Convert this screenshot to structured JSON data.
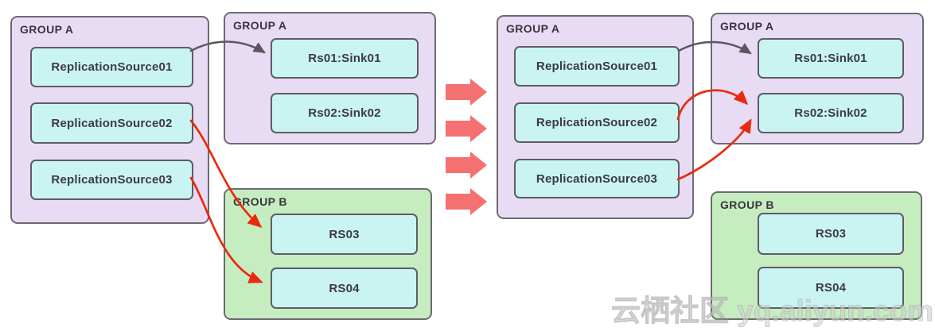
{
  "before": {
    "group_a_sources": {
      "label": "GROUP A",
      "nodes": [
        {
          "label": "ReplicationSource01"
        },
        {
          "label": "ReplicationSource02"
        },
        {
          "label": "ReplicationSource03"
        }
      ]
    },
    "group_a_sinks": {
      "label": "GROUP A",
      "nodes": [
        {
          "label": "Rs01:Sink01"
        },
        {
          "label": "Rs02:Sink02"
        }
      ]
    },
    "group_b": {
      "label": "GROUP B",
      "nodes": [
        {
          "label": "RS03"
        },
        {
          "label": "RS04"
        }
      ]
    },
    "relations": [
      {
        "from": "ReplicationSource01",
        "to": "Rs01:Sink01",
        "color": "#5c5661"
      },
      {
        "from": "ReplicationSource02",
        "to": "RS03",
        "color": "#ea2a0e"
      },
      {
        "from": "ReplicationSource03",
        "to": "RS04",
        "color": "#ea2a0e"
      }
    ]
  },
  "after": {
    "group_a_sources": {
      "label": "GROUP A",
      "nodes": [
        {
          "label": "ReplicationSource01"
        },
        {
          "label": "ReplicationSource02"
        },
        {
          "label": "ReplicationSource03"
        }
      ]
    },
    "group_a_sinks": {
      "label": "GROUP A",
      "nodes": [
        {
          "label": "Rs01:Sink01"
        },
        {
          "label": "Rs02:Sink02"
        }
      ]
    },
    "group_b": {
      "label": "GROUP B",
      "nodes": [
        {
          "label": "RS03"
        },
        {
          "label": "RS04"
        }
      ]
    },
    "relations": [
      {
        "from": "ReplicationSource01",
        "to": "Rs01:Sink01",
        "color": "#5c5661"
      },
      {
        "from": "ReplicationSource02",
        "to": "Rs02:Sink02",
        "color": "#ea2a0e"
      },
      {
        "from": "ReplicationSource03",
        "to": "Rs02:Sink02",
        "color": "#ea2a0e"
      }
    ]
  },
  "transition": {
    "type": "chevron-arrows",
    "count": 4,
    "direction": "right",
    "color": "#f57070"
  },
  "watermark": {
    "text": "云栖社区 yq.aliyun.com"
  },
  "colors": {
    "group_a_fill": "#e8dcf5",
    "group_b_fill": "#c6edc0",
    "node_fill": "#c9f4f1",
    "group_border": "#6e6a72",
    "node_border": "#5f5c64",
    "red_arrow": "#ea2a0e",
    "gray_arrow": "#5c5661",
    "chevron": "#f57070"
  }
}
